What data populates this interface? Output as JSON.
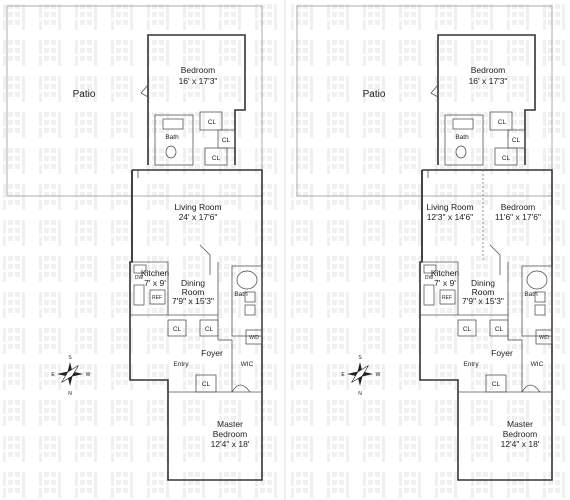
{
  "plans": [
    {
      "id": "left",
      "rooms": {
        "patio": "Patio",
        "bedroom_upper": {
          "name": "Bedroom",
          "size": "16' x 17'3\""
        },
        "bath_upper": "Bath",
        "cl1": "CL",
        "cl2": "CL",
        "cl3": "CL",
        "living": {
          "name": "Living Room",
          "size": "24' x 17'6\""
        },
        "kitchen": {
          "name": "Kitchen",
          "size": "7' x 9'"
        },
        "dw": "DW",
        "ref": "REF",
        "dining": {
          "name": "Dining",
          "name2": "Room",
          "size": "7'9\" x 15'3\""
        },
        "bath_lower": "Bath",
        "wd": "W/D",
        "cl4": "CL",
        "cl5": "CL",
        "cl6": "CL",
        "foyer": "Foyer",
        "entry": "Entry",
        "wic": "WIC",
        "master": {
          "name": "Master",
          "name2": "Bedroom",
          "size": "12'4\" x 18'"
        }
      }
    },
    {
      "id": "right",
      "rooms": {
        "patio": "Patio",
        "bedroom_upper": {
          "name": "Bedroom",
          "size": "16' x 17'3\""
        },
        "bath_upper": "Bath",
        "cl1": "CL",
        "cl2": "CL",
        "cl3": "CL",
        "living": {
          "name": "Living Room",
          "size": "12'3\" x 14'6\""
        },
        "bedroom_mid": {
          "name": "Bedroom",
          "size": "11'6\" x 17'6\""
        },
        "kitchen": {
          "name": "Kitchen",
          "size": "7' x 9'"
        },
        "dw": "DW",
        "ref": "REF",
        "dining": {
          "name": "Dining",
          "name2": "Room",
          "size": "7'9\" x 15'3\""
        },
        "bath_lower": "Bath",
        "wd": "W/D",
        "cl4": "CL",
        "cl5": "CL",
        "cl6": "CL",
        "foyer": "Foyer",
        "entry": "Entry",
        "wic": "WIC",
        "master": {
          "name": "Master",
          "name2": "Bedroom",
          "size": "12'4\" x 18'"
        }
      }
    }
  ],
  "compass": {
    "n": "N",
    "s": "S",
    "e": "E",
    "w": "W"
  }
}
